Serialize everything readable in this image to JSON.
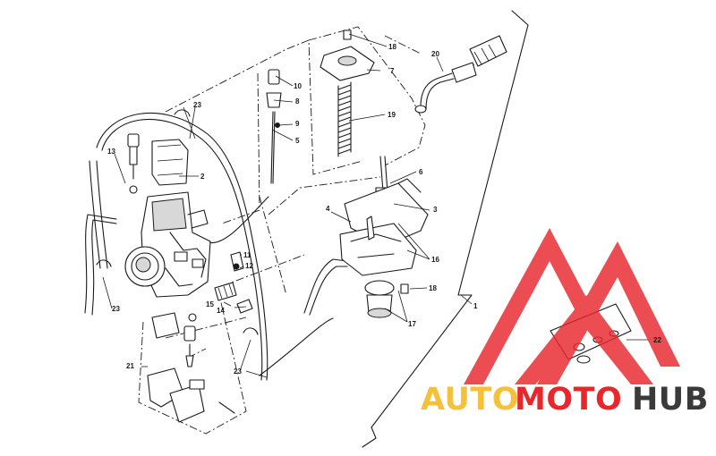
{
  "diagram": {
    "callouts": {
      "c1": "1",
      "c2": "2",
      "c3": "3",
      "c4": "4",
      "c5": "5",
      "c6": "6",
      "c7": "7",
      "c8": "8",
      "c9": "9",
      "c10": "10",
      "c11": "11",
      "c12": "12",
      "c13": "13",
      "c14": "14",
      "c15": "15",
      "c16": "16",
      "c17": "17",
      "c18a": "18",
      "c18b": "18",
      "c19": "19",
      "c20": "20",
      "c21": "21",
      "c22": "22",
      "c23a": "23",
      "c23b": "23",
      "c23c": "23"
    }
  },
  "watermark": {
    "word1": "AUTO",
    "word2": "MOTO",
    "word3": "HUB",
    "color_red": "#e8272d",
    "color_gold": "#f5c13b",
    "color_dark": "#3a3a3a"
  }
}
